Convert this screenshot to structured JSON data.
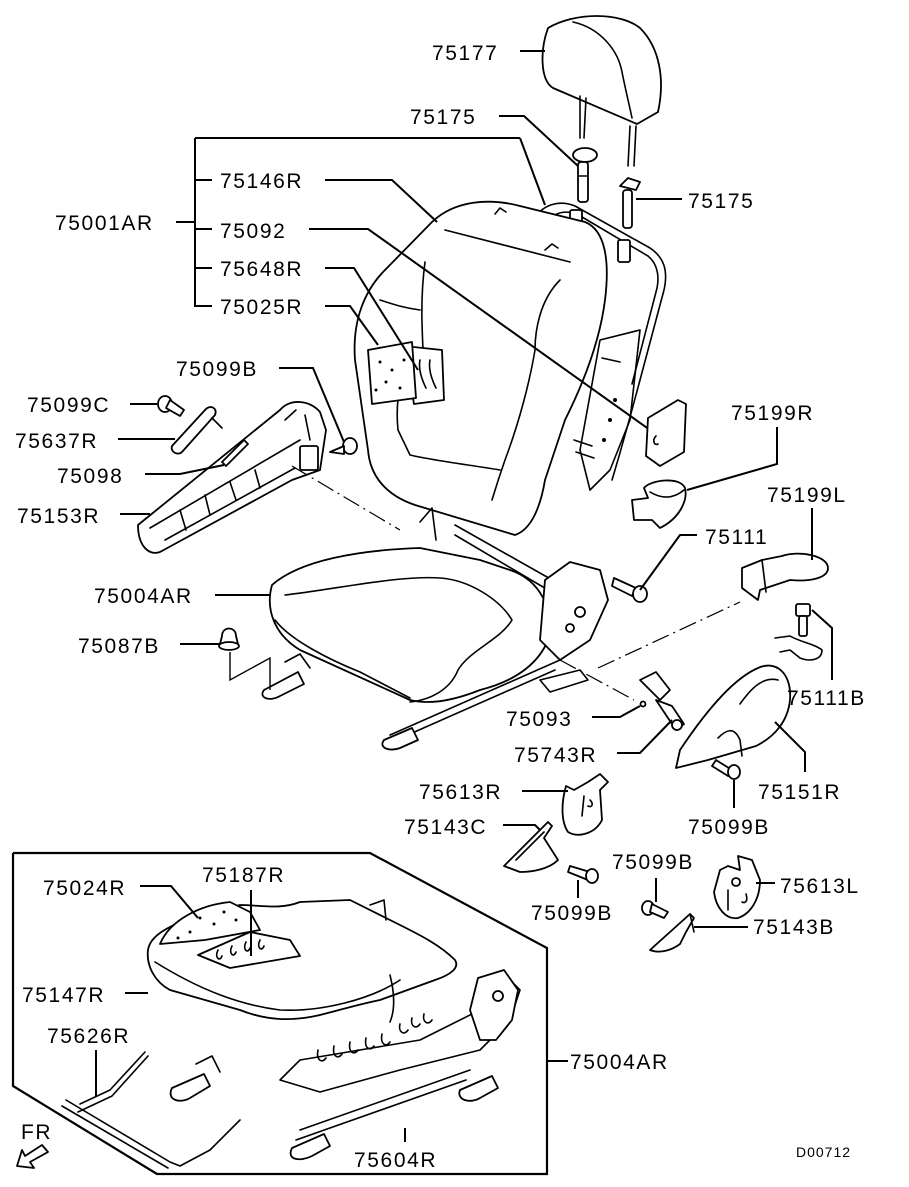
{
  "diagram": {
    "title": "Front Seat (Right) Exploded Parts Diagram",
    "drawing_code": "D00712",
    "direction_indicator": "FR",
    "labels": {
      "headrest": "75177",
      "headrest_guide_left": "75175",
      "headrest_guide_right": "75175",
      "seatback_assy": "75001AR",
      "seatback_cover": "75146R",
      "seatback_hog_ring": "75092",
      "seatback_heater": "75648R",
      "seatback_pad": "75025R",
      "screw_upper_left": "75099B",
      "screw_c": "75099C",
      "knob_cover": "75637R",
      "lever": "75098",
      "side_shield": "75153R",
      "cushion_assy": "75004AR",
      "nut": "75087B",
      "cover_75199R": "75199R",
      "cover_75199L": "75199L",
      "bolt": "75111",
      "bolt_b": "75111B",
      "pin": "75093",
      "buckle": "75743R",
      "shield_cover": "75151R",
      "screw_right": "75099B",
      "bracket_cover_r": "75613R",
      "cap_c": "75143C",
      "screw_lower_mid": "75099B",
      "screw_lower_right": "75099B",
      "bracket_cover_l": "75613L",
      "cap_b": "75143B",
      "cushion_pad": "75024R",
      "cushion_heater": "75187R",
      "cushion_cover": "75147R",
      "wire": "75626R",
      "cushion_assy_inset": "75004AR",
      "slide_rail": "75604R"
    }
  }
}
